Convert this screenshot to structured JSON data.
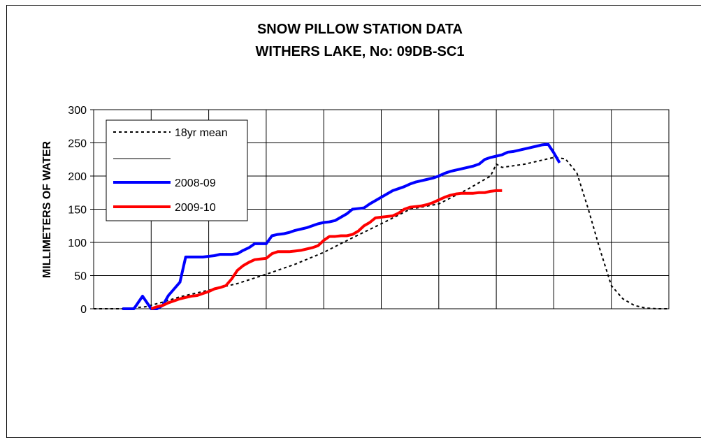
{
  "chart_data": {
    "type": "line",
    "title": "SNOW PILLOW STATION DATA",
    "subtitle": "WITHERS LAKE, No: 09DB-SC1",
    "xlabel": "",
    "ylabel": "MILLIMETERS OF WATER",
    "xlim": [
      0,
      100
    ],
    "ylim": [
      0,
      300
    ],
    "yticks": [
      "0",
      "50",
      "100",
      "150",
      "200",
      "250",
      "300"
    ],
    "grid": true,
    "legend_position": "top-left",
    "series": [
      {
        "name": "18yr mean",
        "color": "#000000",
        "style": "dotted",
        "x": [
          0,
          5,
          9,
          12,
          15,
          20,
          25,
          30,
          35,
          40,
          45,
          50,
          55,
          60,
          65,
          69,
          70,
          71,
          75,
          80,
          82,
          84,
          86,
          88,
          90,
          92,
          94,
          96,
          98,
          100
        ],
        "y": [
          0,
          0,
          3,
          10,
          18,
          28,
          38,
          52,
          67,
          85,
          107,
          128,
          150,
          158,
          180,
          200,
          218,
          213,
          218,
          228,
          226,
          205,
          150,
          90,
          35,
          15,
          5,
          1,
          0,
          0
        ]
      },
      {
        "name": "",
        "color": "#000000",
        "style": "solid-thin",
        "x": [],
        "y": []
      },
      {
        "name": "2008-09",
        "color": "#0000ff",
        "style": "solid",
        "x": [
          5,
          7,
          8.5,
          10,
          11,
          12,
          13,
          14,
          15,
          16,
          17,
          18,
          19,
          20,
          21,
          22,
          23,
          24,
          25,
          26,
          27,
          28,
          29,
          30,
          31,
          32,
          33,
          34,
          35,
          36,
          37,
          38,
          39,
          40,
          41,
          42,
          43,
          44,
          45,
          46,
          47,
          48,
          49,
          50,
          51,
          52,
          53,
          54,
          55,
          56,
          57,
          58,
          59,
          60,
          61,
          62,
          63,
          64,
          65,
          66,
          67,
          68,
          69,
          70,
          71,
          72,
          73,
          74,
          75,
          76,
          77,
          78,
          79,
          80,
          81
        ],
        "y": [
          0,
          0,
          19,
          0,
          0,
          5,
          20,
          30,
          40,
          78,
          78,
          78,
          78,
          79,
          80,
          82,
          82,
          82,
          83,
          88,
          92,
          98,
          98,
          98,
          110,
          112,
          113,
          115,
          118,
          120,
          122,
          125,
          128,
          130,
          131,
          133,
          138,
          143,
          150,
          151,
          152,
          158,
          163,
          168,
          173,
          178,
          181,
          184,
          188,
          191,
          193,
          195,
          197,
          200,
          204,
          207,
          209,
          211,
          213,
          215,
          218,
          225,
          228,
          230,
          232,
          236,
          237,
          239,
          241,
          243,
          245,
          247,
          248,
          235,
          220
        ]
      },
      {
        "name": "2009-10",
        "color": "#ff0000",
        "style": "solid",
        "x": [
          10,
          11,
          12,
          13,
          14,
          15,
          16,
          17,
          18,
          19,
          20,
          21,
          22,
          23,
          24,
          25,
          26,
          27,
          28,
          29,
          30,
          31,
          32,
          33,
          34,
          35,
          36,
          37,
          38,
          39,
          40,
          41,
          42,
          43,
          44,
          45,
          46,
          47,
          48,
          49,
          50,
          51,
          52,
          53,
          54,
          55,
          56,
          57,
          58,
          59,
          60,
          61,
          62,
          63,
          64,
          65,
          66,
          67,
          68,
          69,
          70,
          71
        ],
        "y": [
          0,
          3,
          5,
          9,
          12,
          15,
          17,
          19,
          20,
          23,
          26,
          30,
          32,
          35,
          45,
          58,
          65,
          70,
          74,
          75,
          76,
          83,
          86,
          86,
          86,
          87,
          88,
          90,
          92,
          95,
          103,
          109,
          109,
          110,
          110,
          112,
          117,
          125,
          130,
          137,
          138,
          139,
          140,
          144,
          150,
          153,
          154,
          155,
          157,
          160,
          164,
          168,
          171,
          173,
          174,
          174,
          174,
          175,
          175,
          177,
          178,
          178
        ]
      }
    ]
  }
}
